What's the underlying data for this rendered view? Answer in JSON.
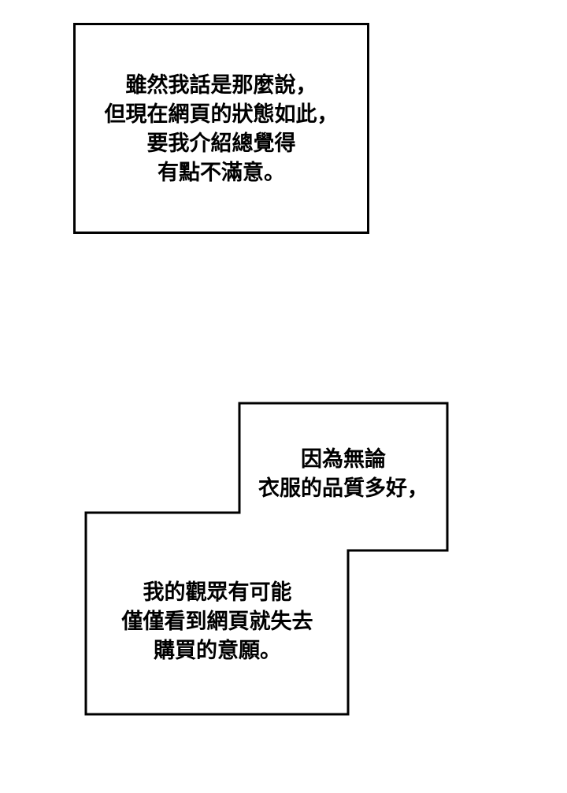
{
  "panels": [
    {
      "lines": [
        "雖然我話是那麼說，",
        "但現在網頁的狀態如此，",
        "要我介紹總覺得",
        "有點不滿意。"
      ]
    },
    {
      "lines": [
        "因為無論",
        "衣服的品質多好，"
      ]
    },
    {
      "lines": [
        "我的觀眾有可能",
        "僅僅看到網頁就失去",
        "購買的意願。"
      ]
    }
  ],
  "colors": {
    "background": "#ffffff",
    "border": "#000000",
    "text": "#000000"
  }
}
